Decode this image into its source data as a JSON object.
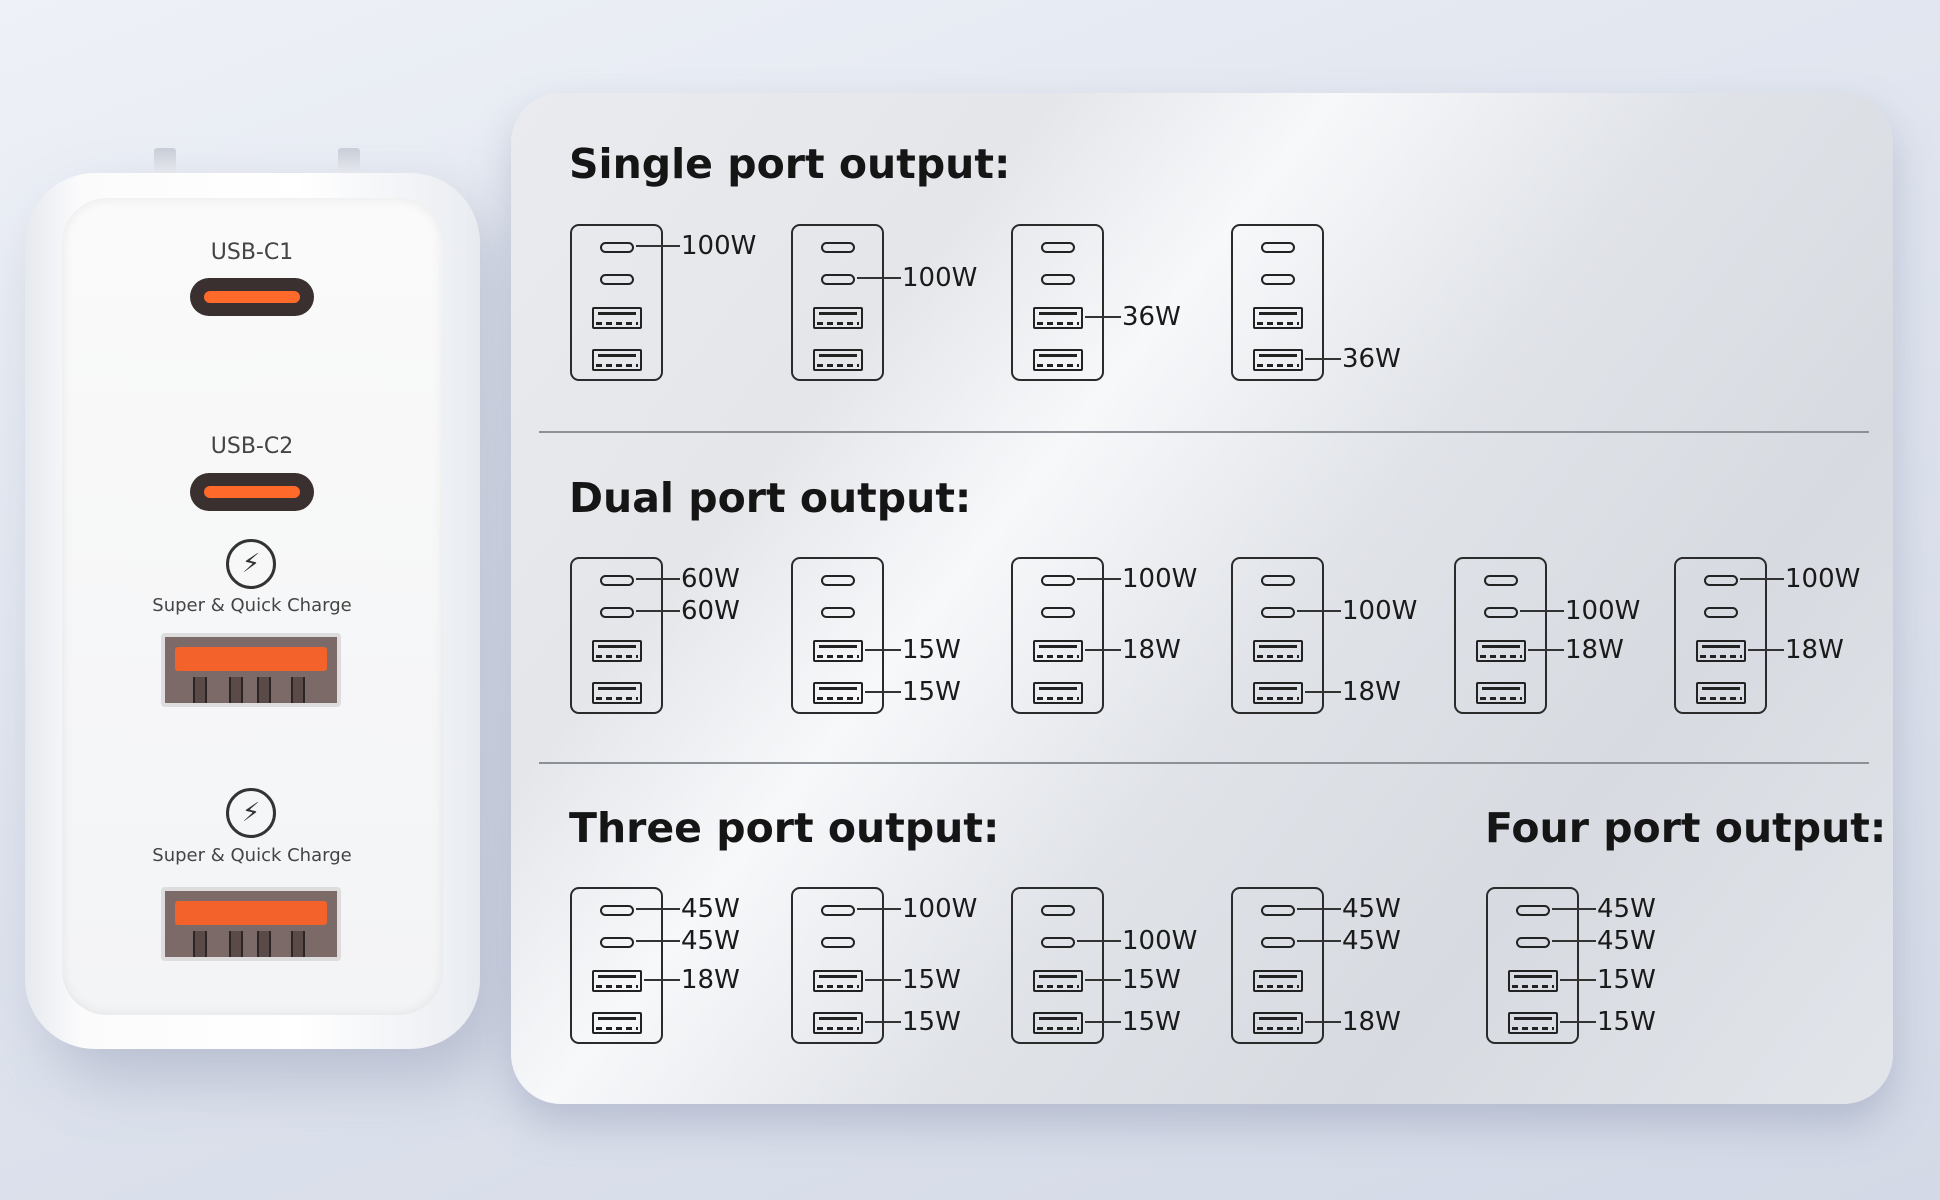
{
  "charger": {
    "usb_c1_label": "USB-C1",
    "usb_c2_label": "USB-C2",
    "qc_label_1": "Super & Quick Charge",
    "qc_label_2": "Super & Quick Charge",
    "port_color": "#f2622a"
  },
  "sections": [
    {
      "title": "Single port output:",
      "diagrams": [
        [
          "100W",
          "",
          "",
          ""
        ],
        [
          "",
          "100W",
          "",
          ""
        ],
        [
          "",
          "",
          "36W",
          ""
        ],
        [
          "",
          "",
          "",
          "36W"
        ]
      ]
    },
    {
      "title": "Dual port output:",
      "diagrams": [
        [
          "60W",
          "60W",
          "",
          ""
        ],
        [
          "",
          "",
          "15W",
          "15W"
        ],
        [
          "100W",
          "",
          "18W",
          ""
        ],
        [
          "",
          "100W",
          "",
          "18W"
        ],
        [
          "",
          "100W",
          "18W",
          ""
        ],
        [
          "100W",
          "",
          "18W",
          ""
        ]
      ]
    },
    {
      "title": "Three port output:",
      "diagrams": [
        [
          "45W",
          "45W",
          "18W",
          ""
        ],
        [
          "100W",
          "",
          "15W",
          "15W"
        ],
        [
          "",
          "100W",
          "15W",
          "15W"
        ],
        [
          "45W",
          "45W",
          "",
          "18W"
        ]
      ]
    },
    {
      "title": "Four port output:",
      "diagrams": [
        [
          "45W",
          "45W",
          "15W",
          "15W"
        ]
      ]
    }
  ]
}
